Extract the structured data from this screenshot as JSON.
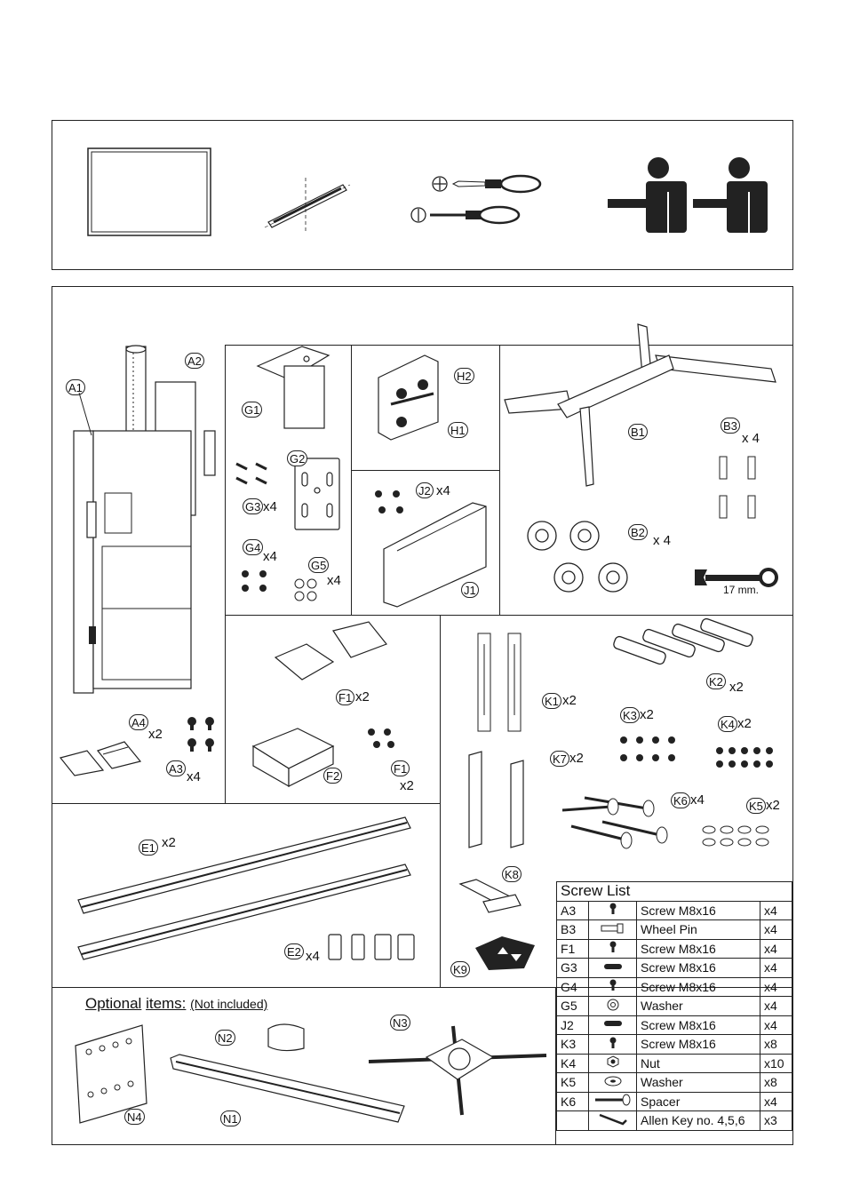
{
  "tools": {
    "wrench_label": "17 mm."
  },
  "parts": {
    "A1": "A1",
    "A2": "A2",
    "A3": "A3",
    "A3_qty": "x4",
    "A4": "A4",
    "A4_qty": "x2",
    "G1": "G1",
    "G2": "G2",
    "G3": "G3",
    "G3_qty": "x4",
    "G4": "G4",
    "G4_qty": "x4",
    "G5": "G5",
    "G5_qty": "x4",
    "H1": "H1",
    "H2": "H2",
    "J1": "J1",
    "J2": "J2",
    "J2_qty": "x4",
    "B1": "B1",
    "B2": "B2",
    "B2_qty": "x 4",
    "B3": "B3",
    "B3_qty": "x 4",
    "F1a": "F1",
    "F1a_qty": "x2",
    "F1b": "F1",
    "F1b_qty": "x2",
    "F2": "F2",
    "K1": "K1",
    "K1_qty": "x2",
    "K2": "K2",
    "K2_qty": "x2",
    "K3": "K3",
    "K3_qty": "x2",
    "K4": "K4",
    "K4_qty": "x2",
    "K5": "K5",
    "K5_qty": "x2",
    "K6": "K6",
    "K6_qty": "x4",
    "K7": "K7",
    "K7_qty": "x2",
    "K8": "K8",
    "K9": "K9",
    "E1": "E1",
    "E1_qty": "x2",
    "E2": "E2",
    "E2_qty": "x4"
  },
  "optional": {
    "title_a": "Optional",
    "title_b": "items:",
    "subtitle": "(Not included)",
    "N1": "N1",
    "N2": "N2",
    "N3": "N3",
    "N4": "N4"
  },
  "screw_list": {
    "title": "Screw List",
    "rows": [
      {
        "code": "A3",
        "icon": "screw-icon",
        "desc": "Screw M8x16",
        "qty": "x4"
      },
      {
        "code": "B3",
        "icon": "wheel-pin-icon",
        "desc": "Wheel Pin",
        "qty": "x4"
      },
      {
        "code": "F1",
        "icon": "screw-icon",
        "desc": "Screw M8x16",
        "qty": "x4"
      },
      {
        "code": "G3",
        "icon": "long-screw-icon",
        "desc": "Screw M8x16",
        "qty": "x4"
      },
      {
        "code": "G4",
        "icon": "screw-icon",
        "desc": "Screw M8x16",
        "qty": "x4"
      },
      {
        "code": "G5",
        "icon": "washer-icon",
        "desc": "Washer",
        "qty": "x4"
      },
      {
        "code": "J2",
        "icon": "long-screw-icon",
        "desc": "Screw M8x16",
        "qty": "x4"
      },
      {
        "code": "K3",
        "icon": "screw-icon",
        "desc": "Screw M8x16",
        "qty": "x8"
      },
      {
        "code": "K4",
        "icon": "nut-icon",
        "desc": "Nut",
        "qty": "x10"
      },
      {
        "code": "K5",
        "icon": "flat-washer-icon",
        "desc": "Washer",
        "qty": "x8"
      },
      {
        "code": "K6",
        "icon": "spacer-icon",
        "desc": "Spacer",
        "qty": "x4"
      },
      {
        "code": "",
        "icon": "allen-key-icon",
        "desc": "Allen Key no. 4,5,6",
        "qty": "x3"
      }
    ]
  }
}
